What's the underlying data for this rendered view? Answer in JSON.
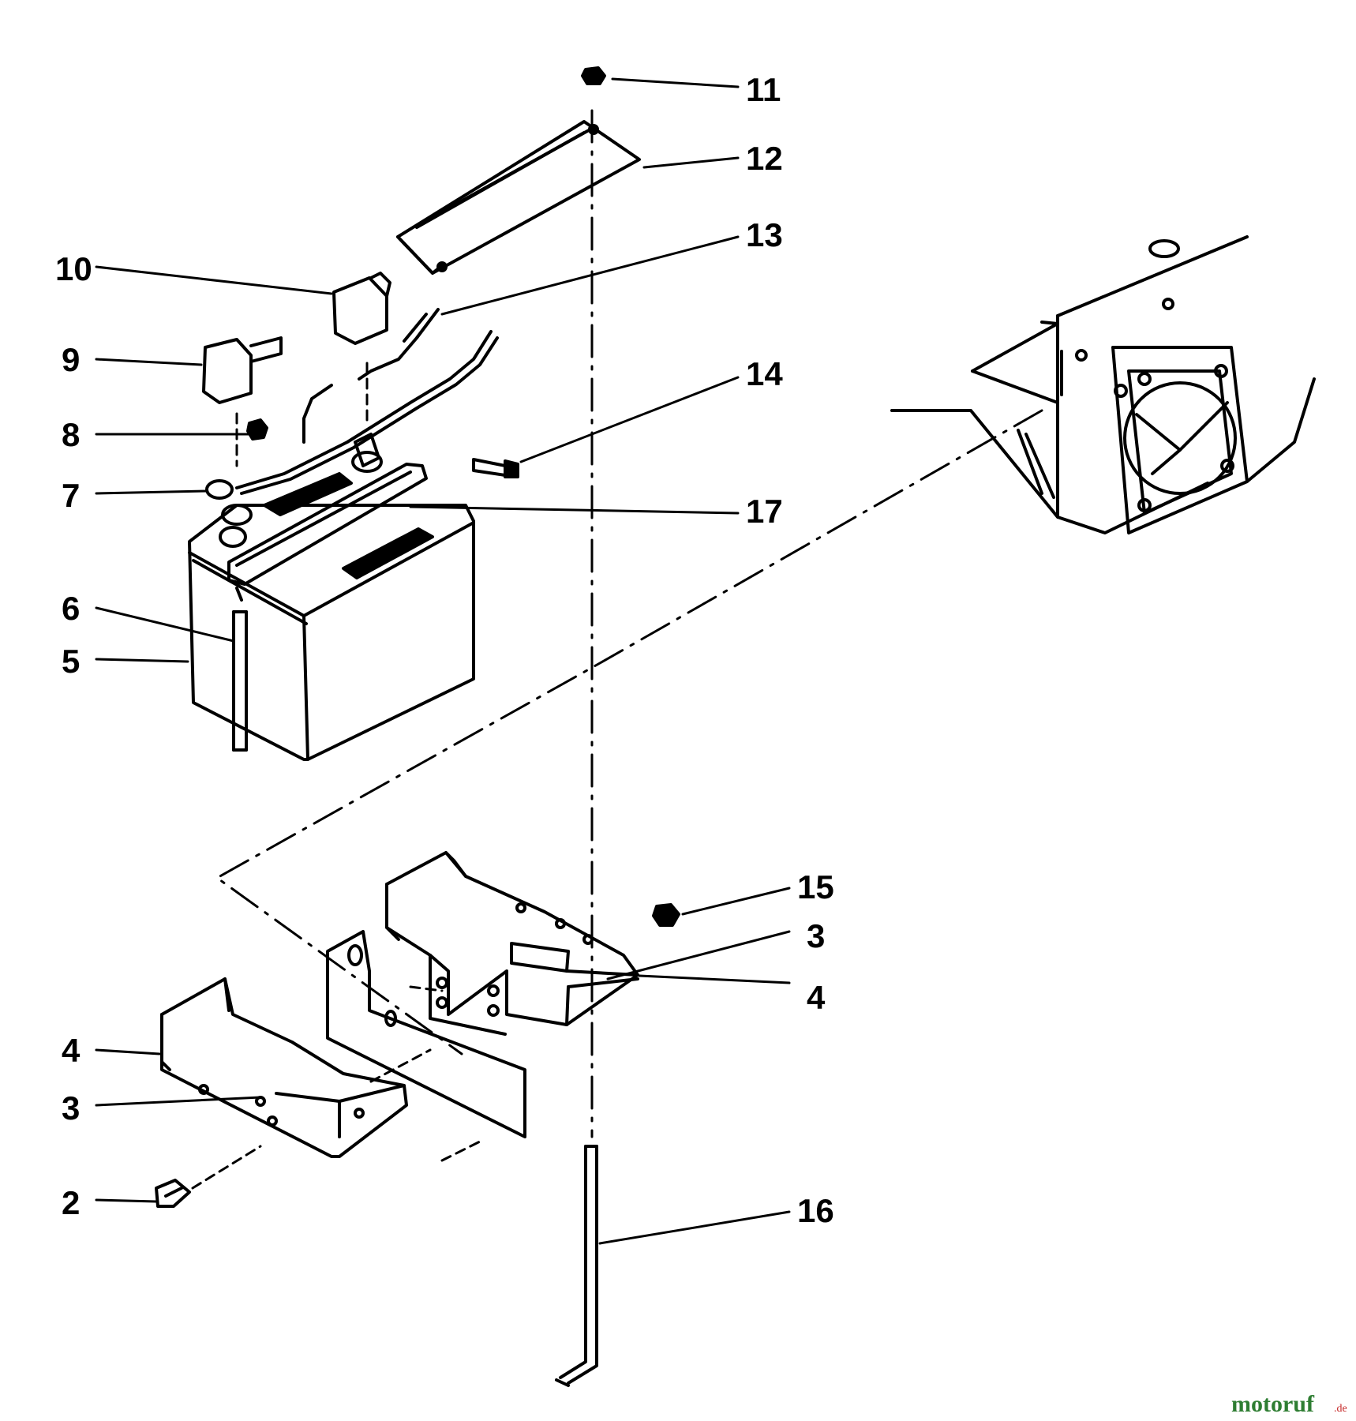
{
  "diagram": {
    "callouts": [
      {
        "id": "11",
        "label": "11"
      },
      {
        "id": "12",
        "label": "12"
      },
      {
        "id": "13",
        "label": "13"
      },
      {
        "id": "10",
        "label": "10"
      },
      {
        "id": "9",
        "label": "9"
      },
      {
        "id": "14",
        "label": "14"
      },
      {
        "id": "8",
        "label": "8"
      },
      {
        "id": "7",
        "label": "7"
      },
      {
        "id": "17",
        "label": "17"
      },
      {
        "id": "6",
        "label": "6"
      },
      {
        "id": "5",
        "label": "5"
      },
      {
        "id": "15",
        "label": "15"
      },
      {
        "id": "3a",
        "label": "3"
      },
      {
        "id": "4a",
        "label": "4"
      },
      {
        "id": "4b",
        "label": "4"
      },
      {
        "id": "3b",
        "label": "3"
      },
      {
        "id": "2",
        "label": "2"
      },
      {
        "id": "16",
        "label": "16"
      }
    ]
  },
  "watermark": {
    "brand": "motoruf",
    "suffix": ".de",
    "colors": [
      "#2e7d32",
      "#c62828",
      "#1565c0",
      "#f9a825"
    ]
  }
}
